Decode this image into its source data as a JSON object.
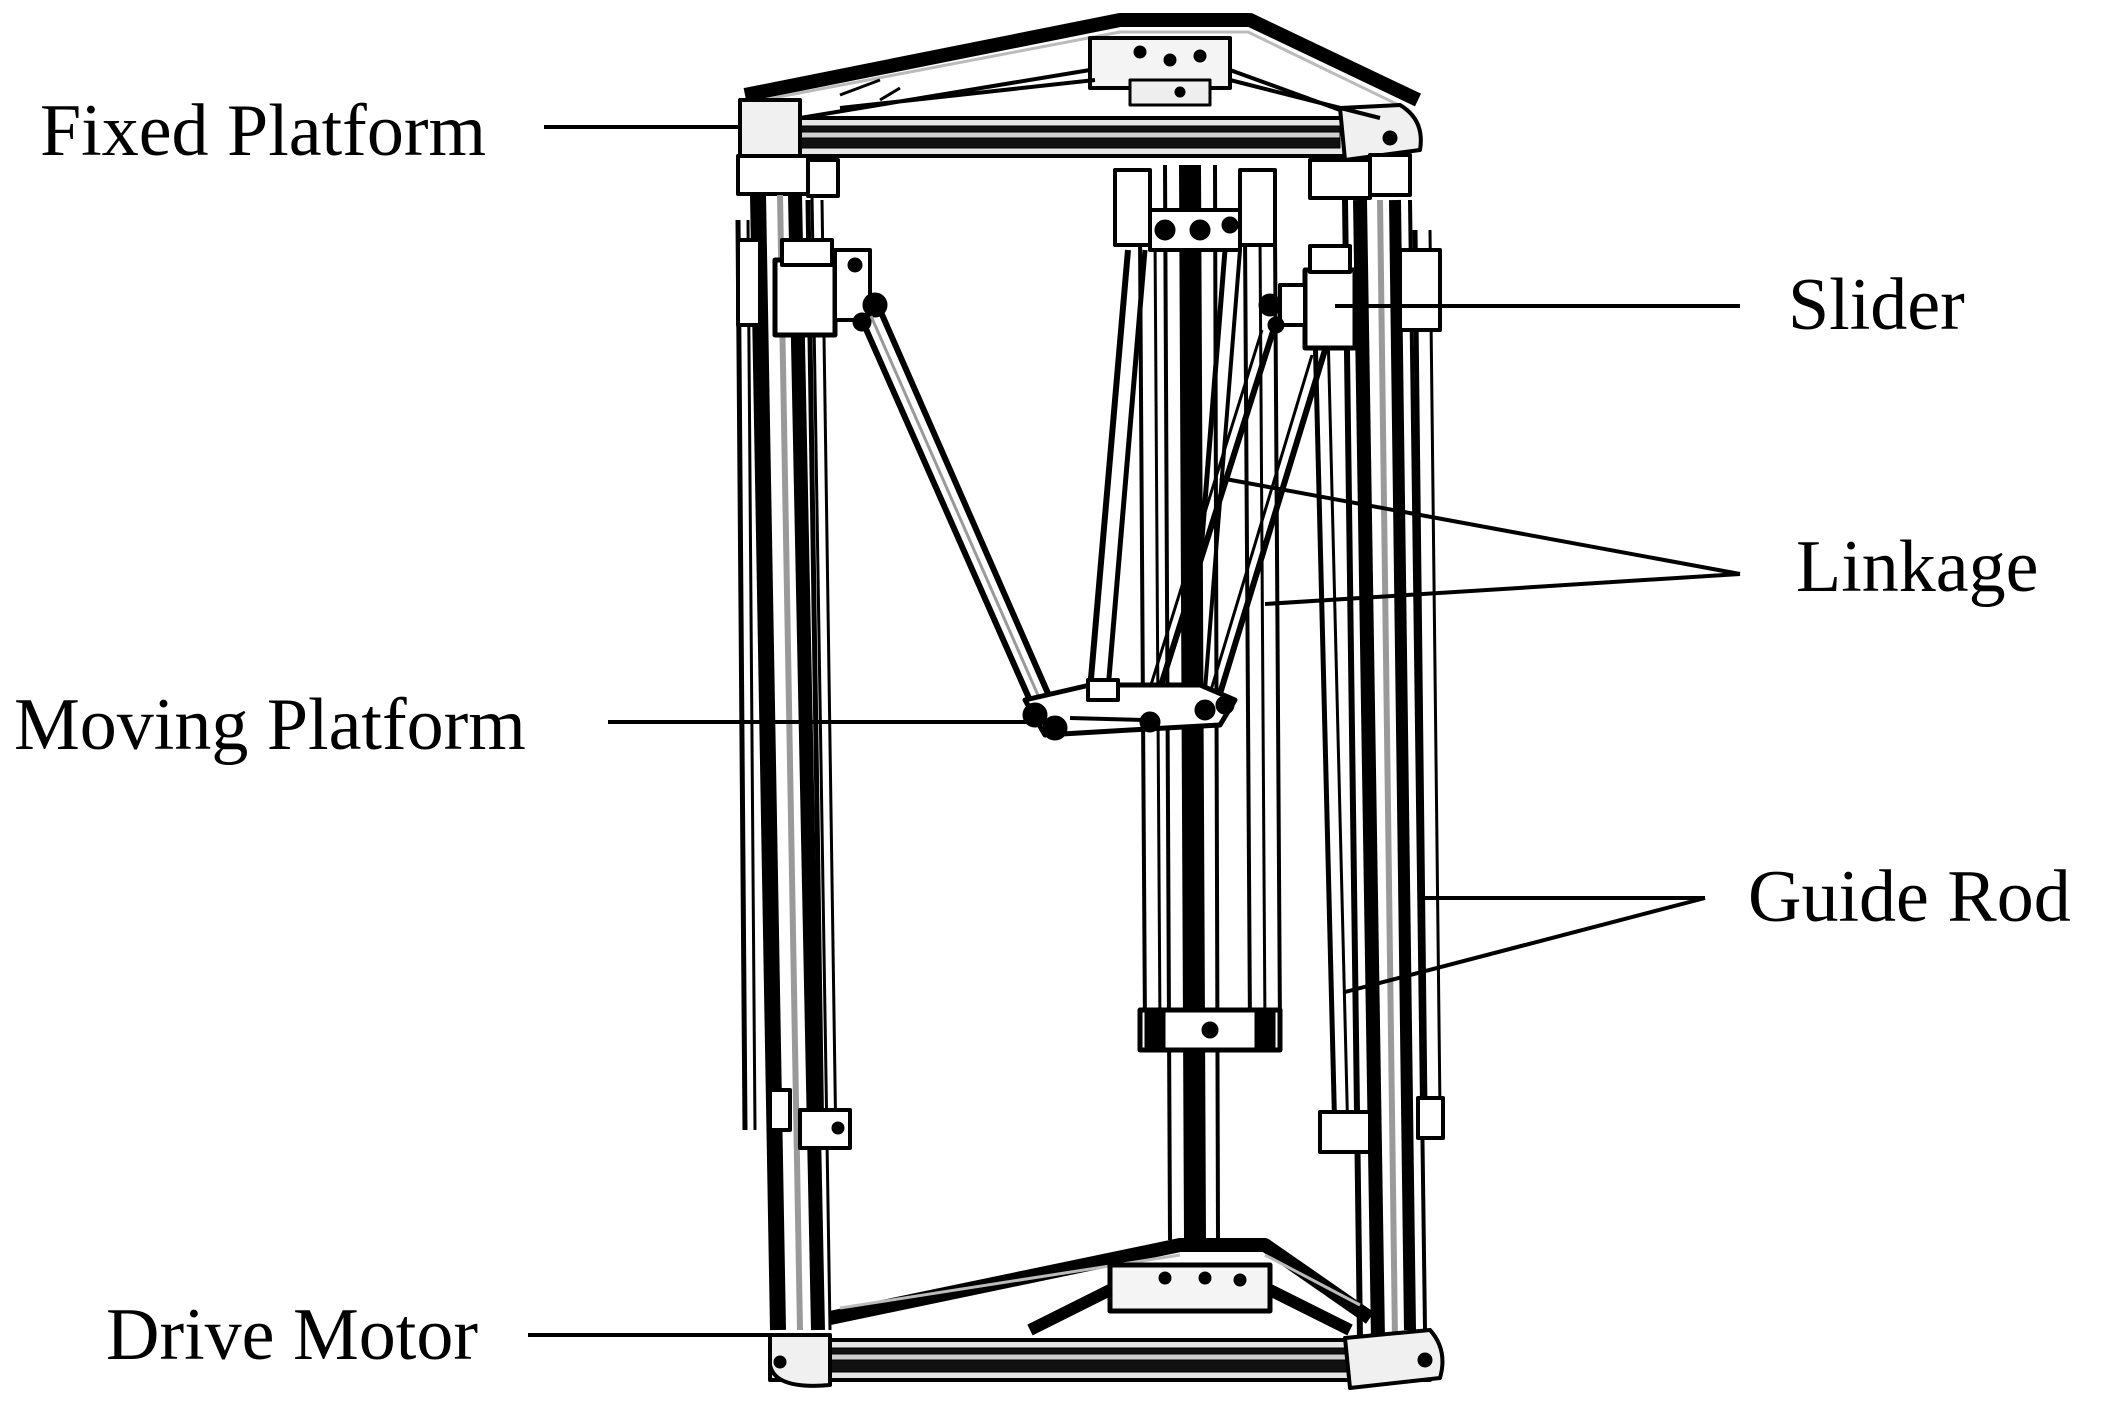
{
  "diagram": {
    "subject": "delta parallel robot (3D printer frame) line drawing",
    "labels": {
      "fixed_platform": "Fixed Platform",
      "slider": "Slider",
      "linkage": "Linkage",
      "moving_platform": "Moving Platform",
      "guide_rod": "Guide Rod",
      "drive_motor": "Drive Motor"
    },
    "colors": {
      "ink": "#000000",
      "metal_light": "#d9d9d9",
      "metal_mid": "#9a9a9a",
      "background": "#ffffff"
    }
  }
}
